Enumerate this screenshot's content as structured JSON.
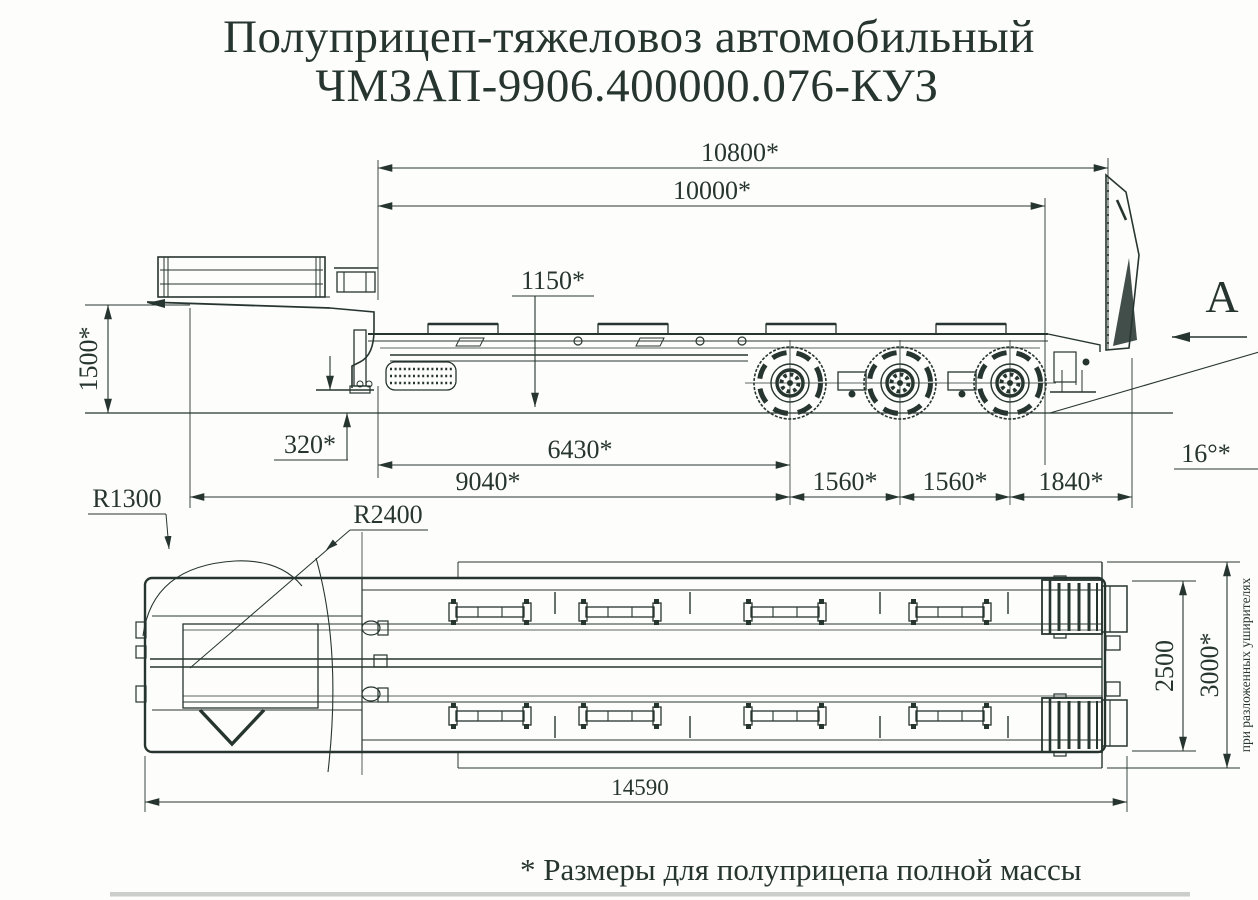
{
  "title": {
    "line1": "Полуприцеп-тяжеловоз автомобильный",
    "line2": "ЧМЗАП-9906.400000.076-КУЗ"
  },
  "side_view": {
    "view_label": "А",
    "dims": {
      "overall_upper": "10800*",
      "platform_upper": "10000*",
      "deck_height": "1150*",
      "front_height": "1500*",
      "coupling_height": "320*",
      "kingpin_to_axle": "6430*",
      "front_to_axle": "9040*",
      "axle_spacing_1": "1560*",
      "axle_spacing_2": "1560*",
      "rear_overhang": "1840*",
      "ramp_angle": "16°*"
    }
  },
  "top_view": {
    "dims": {
      "radius_front": "R1300",
      "radius_rear": "R2400",
      "platform_width": "2500",
      "width_with_extensions": "3000*",
      "overall_length": "14590"
    },
    "note_vertical": "при разложенных уширителях"
  },
  "footnote": "* Размеры для полуприцепа полной массы",
  "colors": {
    "ink": "#273530",
    "background": "#fdfdfc"
  }
}
